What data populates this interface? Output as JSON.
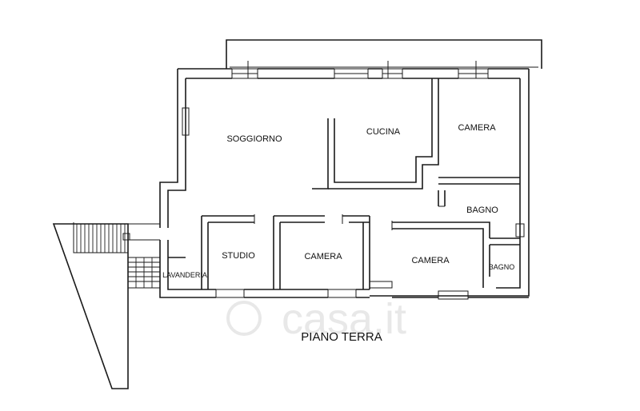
{
  "plan": {
    "title": "PIANO TERRA",
    "watermark": "casa.it",
    "rooms": {
      "soggiorno": "SOGGIORNO",
      "cucina": "CUCINA",
      "camera_top": "CAMERA",
      "bagno_mid": "BAGNO",
      "studio": "STUDIO",
      "camera_mid": "CAMERA",
      "camera_right": "CAMERA",
      "bagno_small": "BAGNO",
      "lavanderia": "LAVANDERIA"
    }
  }
}
